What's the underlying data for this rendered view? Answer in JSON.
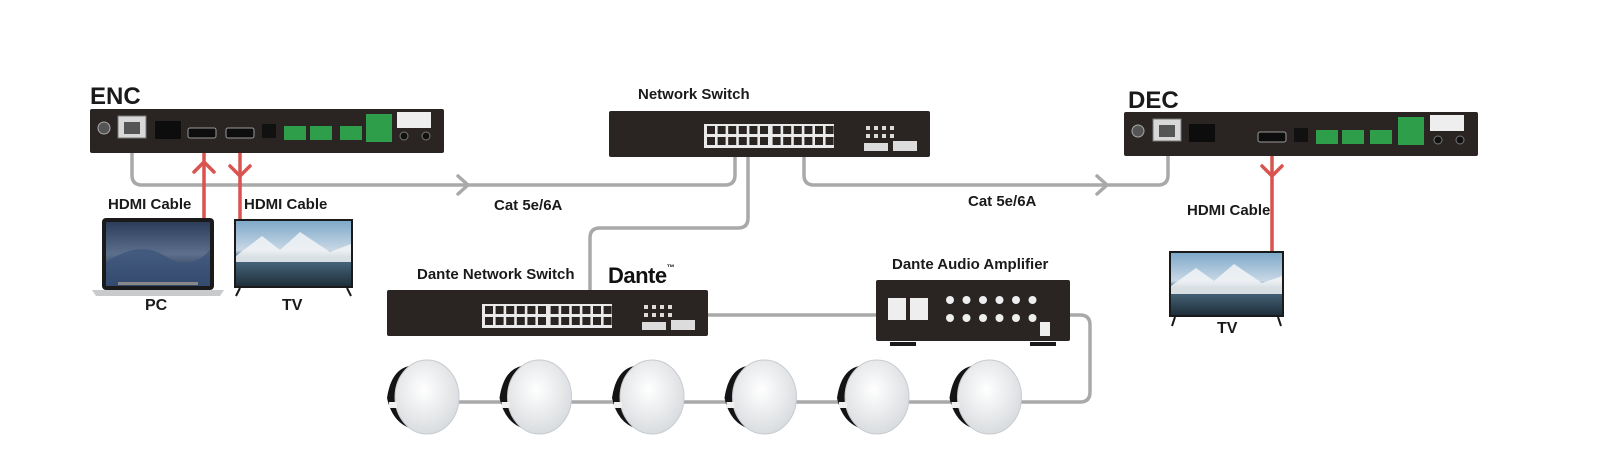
{
  "labels": {
    "enc": "ENC",
    "dec": "DEC",
    "network_switch": "Network Switch",
    "dante_network_switch": "Dante Network Switch",
    "dante_audio_amplifier": "Dante Audio Amplifier",
    "hdmi_cable_pc": "HDMI Cable",
    "hdmi_cable_tv": "HDMI Cable",
    "hdmi_cable_dec": "HDMI Cable",
    "cat_left": "Cat  5e/6A",
    "cat_right": "Cat  5e/6A",
    "pc": "PC",
    "tv_left": "TV",
    "tv_right": "TV",
    "dante_logo": "Dante",
    "dante_tm": "™"
  },
  "colors": {
    "device_body": "#2a2522",
    "cat_cable": "#a9a9a9",
    "hdmi_cable": "#d9534f",
    "port_green": "#2e9e4b"
  },
  "speakers_count": 6
}
